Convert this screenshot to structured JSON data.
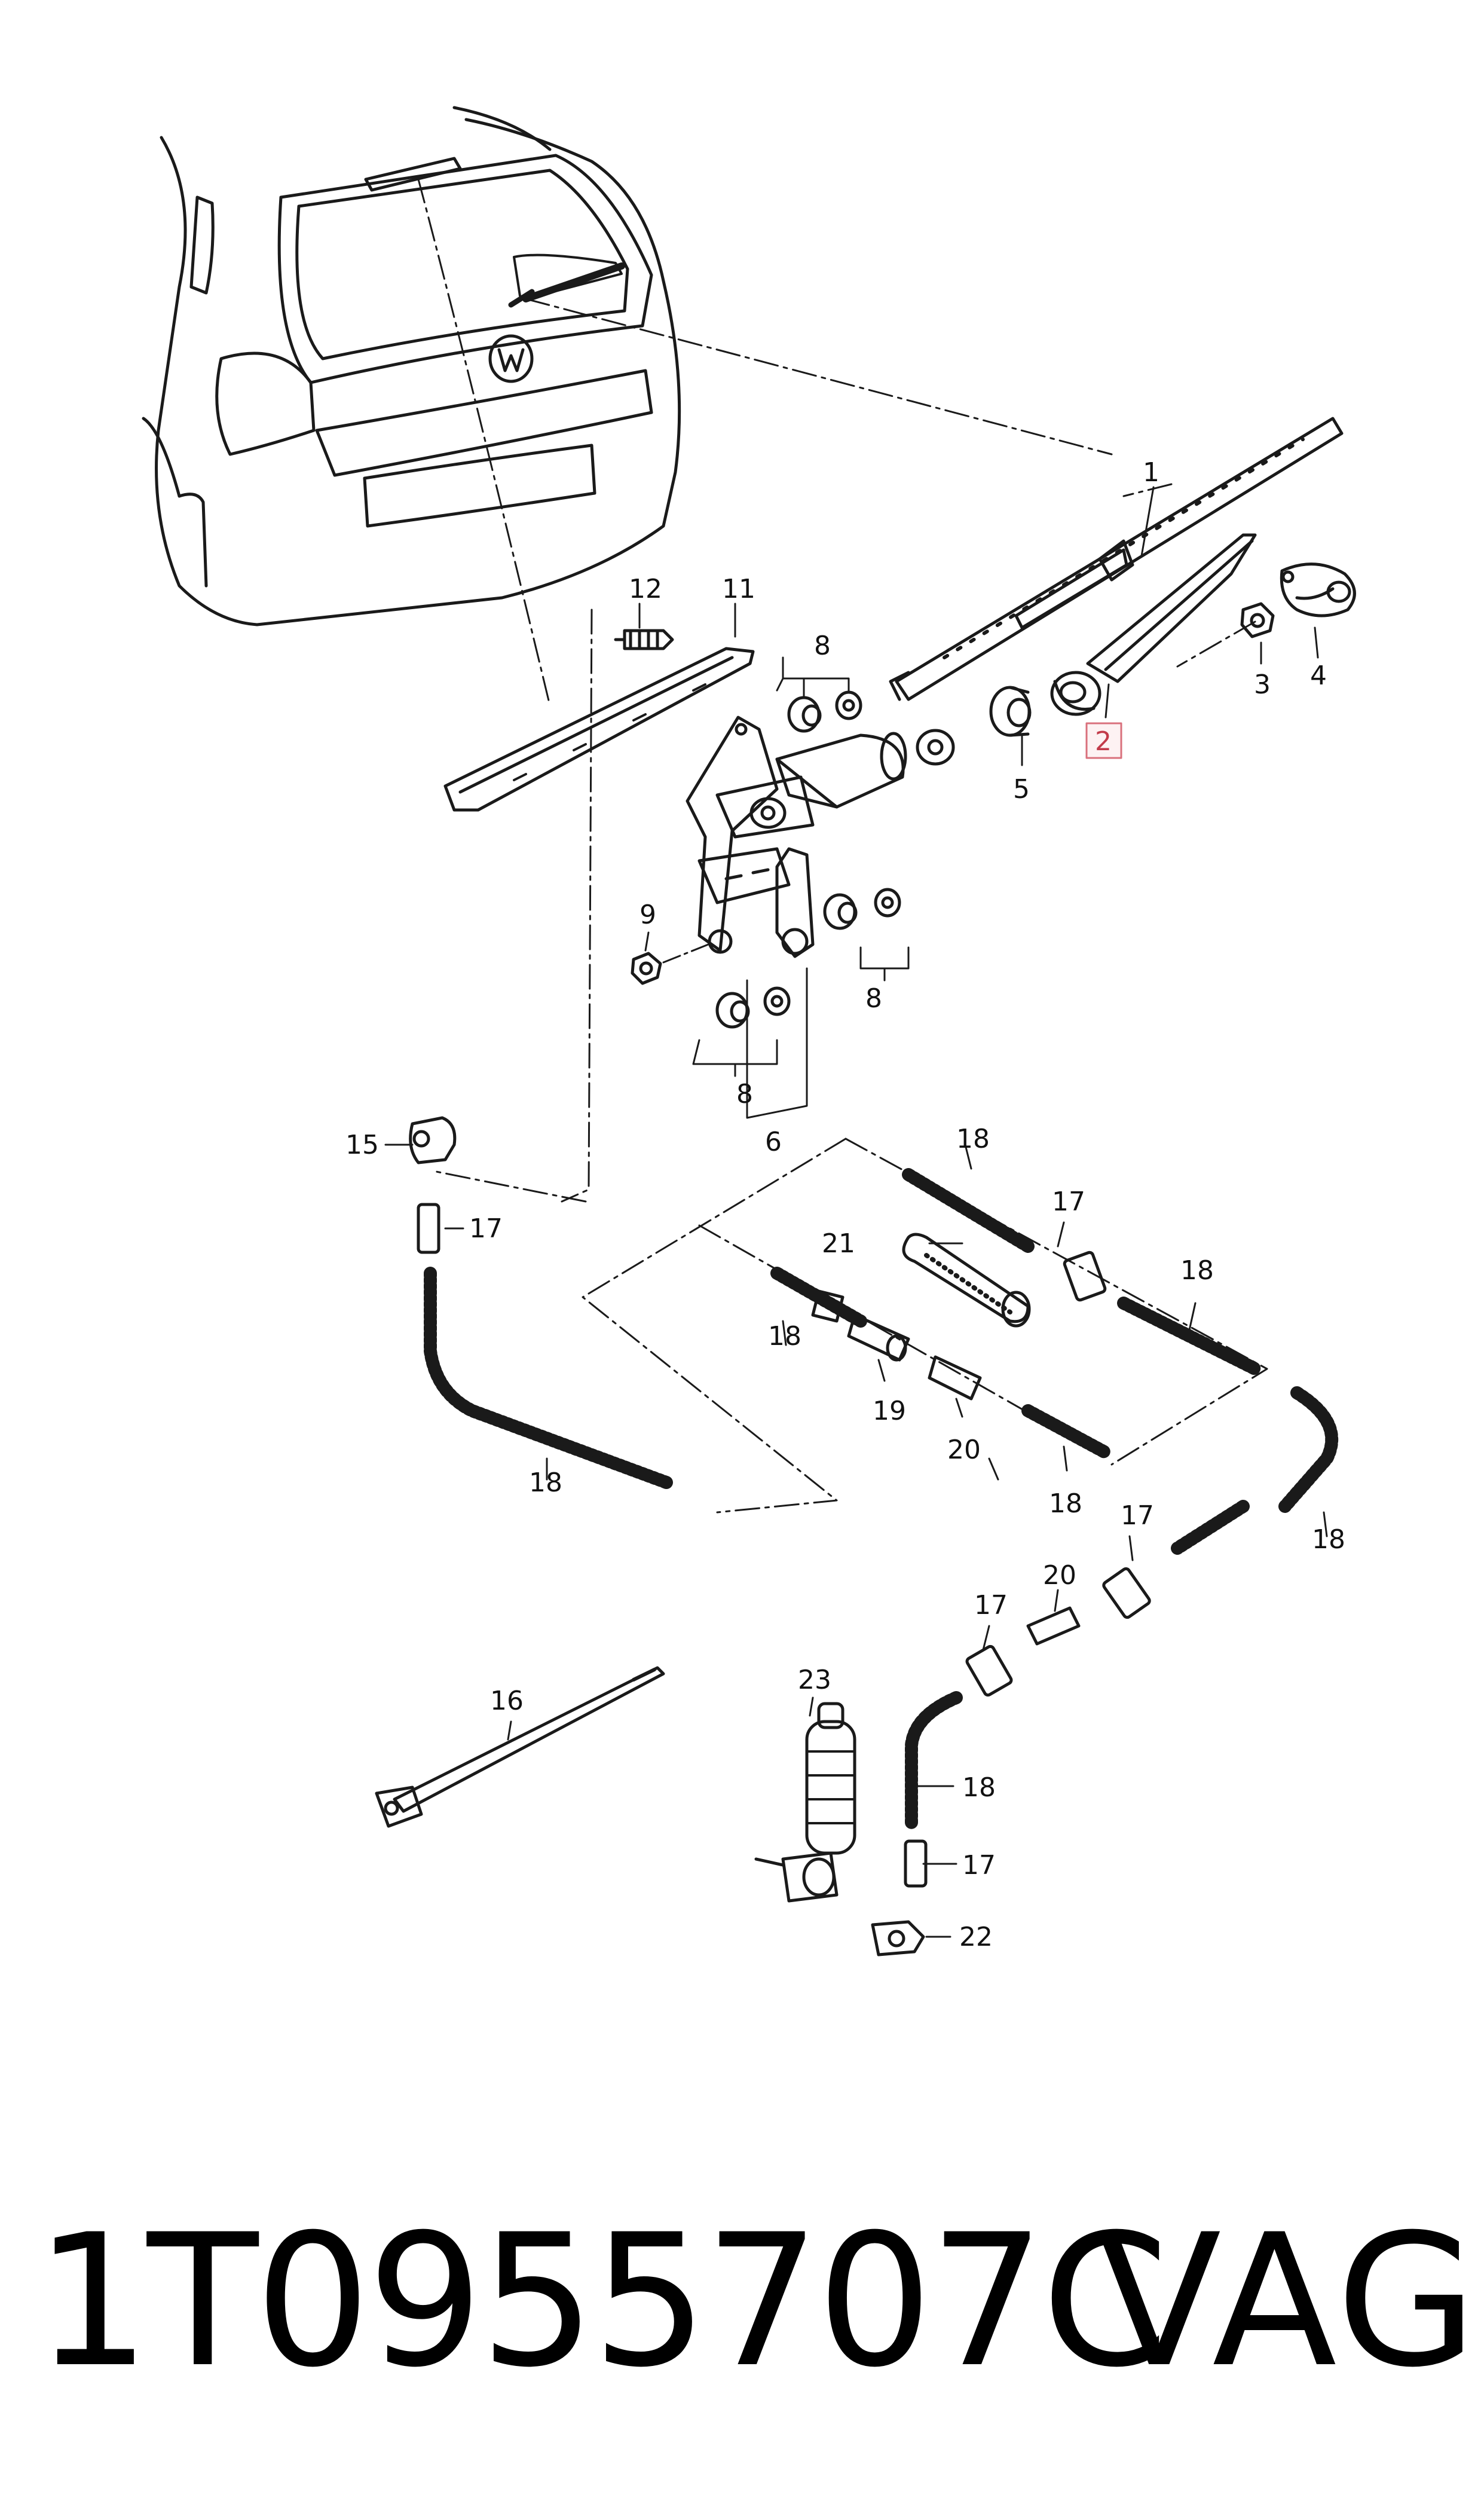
{
  "caption": {
    "part_number": "1T0955707C",
    "brand": "VAG"
  },
  "highlight_color": "#c23b4a",
  "callouts": {
    "c1": "1",
    "c2": "2",
    "c3": "3",
    "c4": "4",
    "c5": "5",
    "c6": "6",
    "c8a": "8",
    "c8b": "8",
    "c8c": "8",
    "c9": "9",
    "c11": "11",
    "c12": "12",
    "c15": "15",
    "c16": "16",
    "c17a": "17",
    "c17b": "17",
    "c17c": "17",
    "c17d": "17",
    "c17e": "17",
    "c18a": "18",
    "c18b": "18",
    "c18c": "18",
    "c18d": "18",
    "c18e": "18",
    "c18f": "18",
    "c18g": "18",
    "c19": "19",
    "c20a": "20",
    "c20b": "20",
    "c21": "21",
    "c22": "22",
    "c23": "23"
  }
}
